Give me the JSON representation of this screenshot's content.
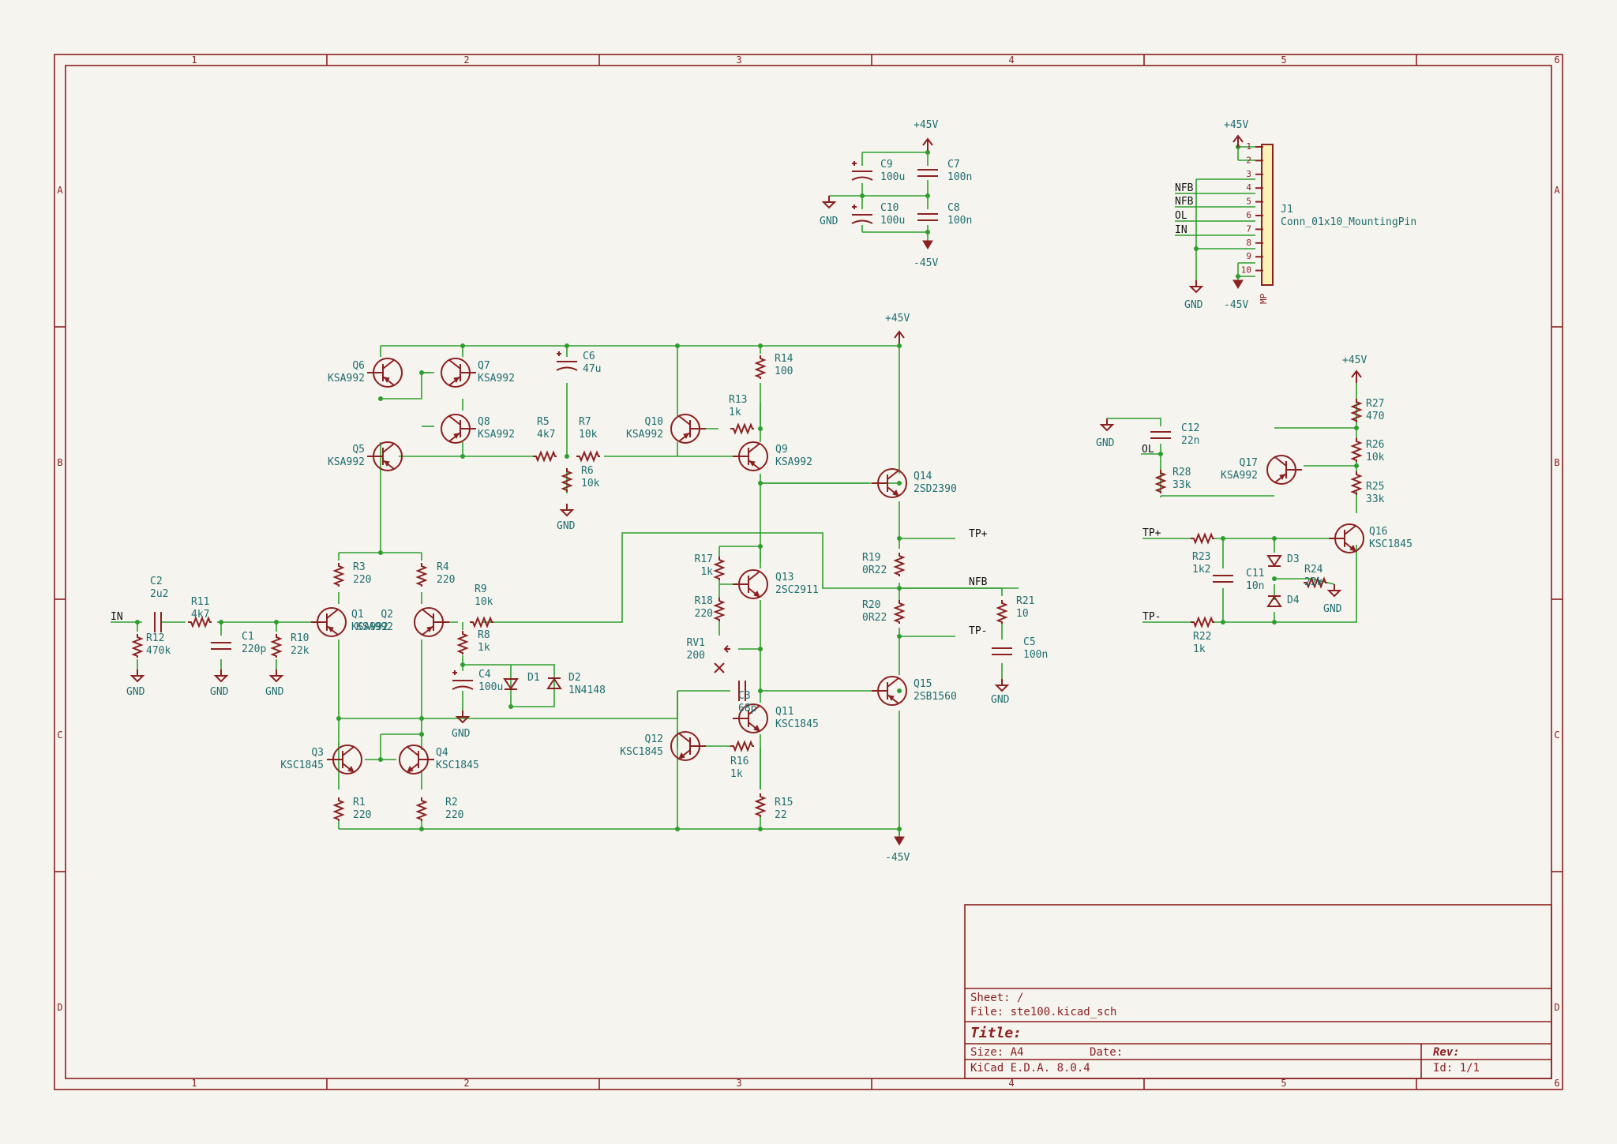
{
  "grid": {
    "cols": [
      "1",
      "2",
      "3",
      "4",
      "5",
      "6"
    ],
    "rows": [
      "A",
      "B",
      "C",
      "D"
    ]
  },
  "title_block": {
    "sheet": "Sheet: /",
    "file": "File: ste100.kicad_sch",
    "title": "Title:",
    "size": "Size: A4",
    "date": "Date:",
    "tool": "KiCad E.D.A. 8.0.4",
    "rev": "Rev:",
    "id": "Id: 1/1"
  },
  "power": {
    "p45": "+45V",
    "m45": "-45V",
    "gnd": "GND"
  },
  "labels": {
    "in": "IN",
    "tpp": "TP+",
    "tpm": "TP-",
    "nfb": "NFB",
    "ol": "OL"
  },
  "parts": {
    "Q1": [
      "Q1",
      "KSA992"
    ],
    "Q2": [
      "Q2",
      "KSA992"
    ],
    "Q3": [
      "Q3",
      "KSC1845"
    ],
    "Q4": [
      "Q4",
      "KSC1845"
    ],
    "Q5": [
      "Q5",
      "KSA992"
    ],
    "Q6": [
      "Q6",
      "KSA992"
    ],
    "Q7": [
      "Q7",
      "KSA992"
    ],
    "Q8": [
      "Q8",
      "KSA992"
    ],
    "Q9": [
      "Q9",
      "KSA992"
    ],
    "Q10": [
      "Q10",
      "KSA992"
    ],
    "Q11": [
      "Q11",
      "KSC1845"
    ],
    "Q12": [
      "Q12",
      "KSC1845"
    ],
    "Q13": [
      "Q13",
      "2SC2911"
    ],
    "Q14": [
      "Q14",
      "2SD2390"
    ],
    "Q15": [
      "Q15",
      "2SB1560"
    ],
    "Q16": [
      "Q16",
      "KSC1845"
    ],
    "Q17": [
      "Q17",
      "KSA992"
    ],
    "R1": [
      "R1",
      "220"
    ],
    "R2": [
      "R2",
      "220"
    ],
    "R3": [
      "R3",
      "220"
    ],
    "R4": [
      "R4",
      "220"
    ],
    "R5": [
      "R5",
      "4k7"
    ],
    "R6": [
      "R6",
      "10k"
    ],
    "R7": [
      "R7",
      "10k"
    ],
    "R8": [
      "R8",
      "1k"
    ],
    "R9": [
      "R9",
      "10k"
    ],
    "R10": [
      "R10",
      "22k"
    ],
    "R11": [
      "R11",
      "4k7"
    ],
    "R12": [
      "R12",
      "470k"
    ],
    "R13": [
      "R13",
      "1k"
    ],
    "R14": [
      "R14",
      "100"
    ],
    "R15": [
      "R15",
      "22"
    ],
    "R16": [
      "R16",
      "1k"
    ],
    "R17": [
      "R17",
      "1k"
    ],
    "R18": [
      "R18",
      "220"
    ],
    "R19": [
      "R19",
      "0R22"
    ],
    "R20": [
      "R20",
      "0R22"
    ],
    "R21": [
      "R21",
      "10"
    ],
    "R22": [
      "R22",
      "1k"
    ],
    "R23": [
      "R23",
      "1k2"
    ],
    "R24": [
      "R24",
      "22k"
    ],
    "R25": [
      "R25",
      "33k"
    ],
    "R26": [
      "R26",
      "10k"
    ],
    "R27": [
      "R27",
      "470"
    ],
    "R28": [
      "R28",
      "33k"
    ],
    "RV1": [
      "RV1",
      "200"
    ],
    "C1": [
      "C1",
      "220p"
    ],
    "C2": [
      "C2",
      "2u2"
    ],
    "C3": [
      "C3",
      "68p"
    ],
    "C4": [
      "C4",
      "100u"
    ],
    "C5": [
      "C5",
      "100n"
    ],
    "C6": [
      "C6",
      "47u"
    ],
    "C7": [
      "C7",
      "100n"
    ],
    "C8": [
      "C8",
      "100n"
    ],
    "C9": [
      "C9",
      "100u"
    ],
    "C10": [
      "C10",
      "100u"
    ],
    "C11": [
      "C11",
      "10n"
    ],
    "C12": [
      "C12",
      "22n"
    ],
    "D1": [
      "D1",
      ""
    ],
    "D2": [
      "D2",
      "1N4148"
    ],
    "D3": [
      "D3",
      ""
    ],
    "D4": [
      "D4",
      ""
    ],
    "J1": [
      "J1",
      "Conn_01x10_MountingPin"
    ]
  },
  "connector": {
    "pins": [
      "1",
      "2",
      "3",
      "4",
      "5",
      "6",
      "7",
      "8",
      "9",
      "10"
    ],
    "mp": "MP"
  }
}
